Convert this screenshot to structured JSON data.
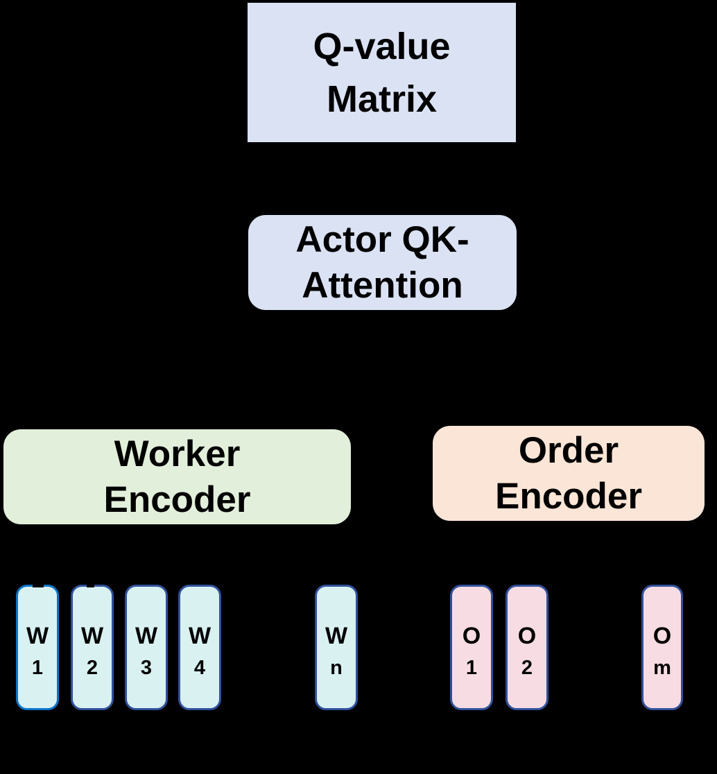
{
  "background": "#000000",
  "nodes": {
    "q_value_matrix": {
      "label": "Q-value\nMatrix",
      "fill": "#dae2f3"
    },
    "actor_qk_attention": {
      "label": "Actor QK-\nAttention",
      "fill": "#dae2f3"
    },
    "worker_encoder": {
      "label": "Worker\nEncoder",
      "fill": "#e2efda"
    },
    "order_encoder": {
      "label": "Order\nEncoder",
      "fill": "#fbe5d6"
    }
  },
  "worker_inputs": {
    "fill": "#d9f1f1",
    "items": [
      {
        "symbol": "W",
        "subscript": "1",
        "border": "#0a75cc"
      },
      {
        "symbol": "W",
        "subscript": "2",
        "border": "#31519b"
      },
      {
        "symbol": "W",
        "subscript": "3",
        "border": "#31519b"
      },
      {
        "symbol": "W",
        "subscript": "4",
        "border": "#31519b"
      },
      {
        "symbol": "W",
        "subscript": "n",
        "border": "#31519b"
      }
    ]
  },
  "order_inputs": {
    "fill": "#f8dce3",
    "items": [
      {
        "symbol": "O",
        "subscript": "1",
        "border": "#31519b"
      },
      {
        "symbol": "O",
        "subscript": "2",
        "border": "#31519b"
      },
      {
        "symbol": "O",
        "subscript": "m",
        "border": "#31519b"
      }
    ]
  }
}
